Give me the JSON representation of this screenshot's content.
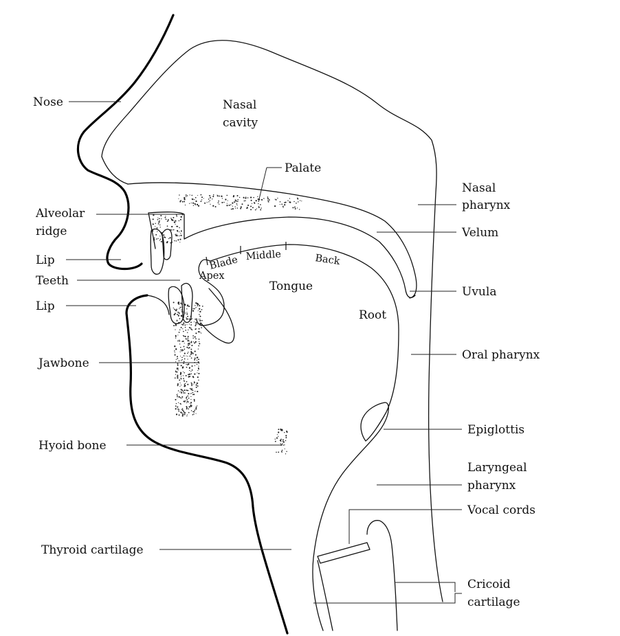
{
  "diagram": {
    "labels": {
      "nose": "Nose",
      "nasal_cavity_line1": "Nasal",
      "nasal_cavity_line2": "cavity",
      "palate": "Palate",
      "nasal_pharynx_line1": "Nasal",
      "nasal_pharynx_line2": "pharynx",
      "alveolar_ridge_line1": "Alveolar",
      "alveolar_ridge_line2": "ridge",
      "velum": "Velum",
      "lip_upper": "Lip",
      "teeth": "Teeth",
      "lip_lower": "Lip",
      "uvula": "Uvula",
      "apex": "Apex",
      "blade": "Blade",
      "middle": "Middle",
      "back": "Back",
      "tongue": "Tongue",
      "root": "Root",
      "jawbone": "Jawbone",
      "oral_pharynx": "Oral pharynx",
      "epiglottis": "Epiglottis",
      "hyoid_bone": "Hyoid bone",
      "laryngeal_pharynx_line1": "Laryngeal",
      "laryngeal_pharynx_line2": "pharynx",
      "vocal_cords": "Vocal cords",
      "thyroid_cartilage": "Thyroid cartilage",
      "cricoid_cartilage_line1": "Cricoid",
      "cricoid_cartilage_line2": "cartilage"
    }
  }
}
